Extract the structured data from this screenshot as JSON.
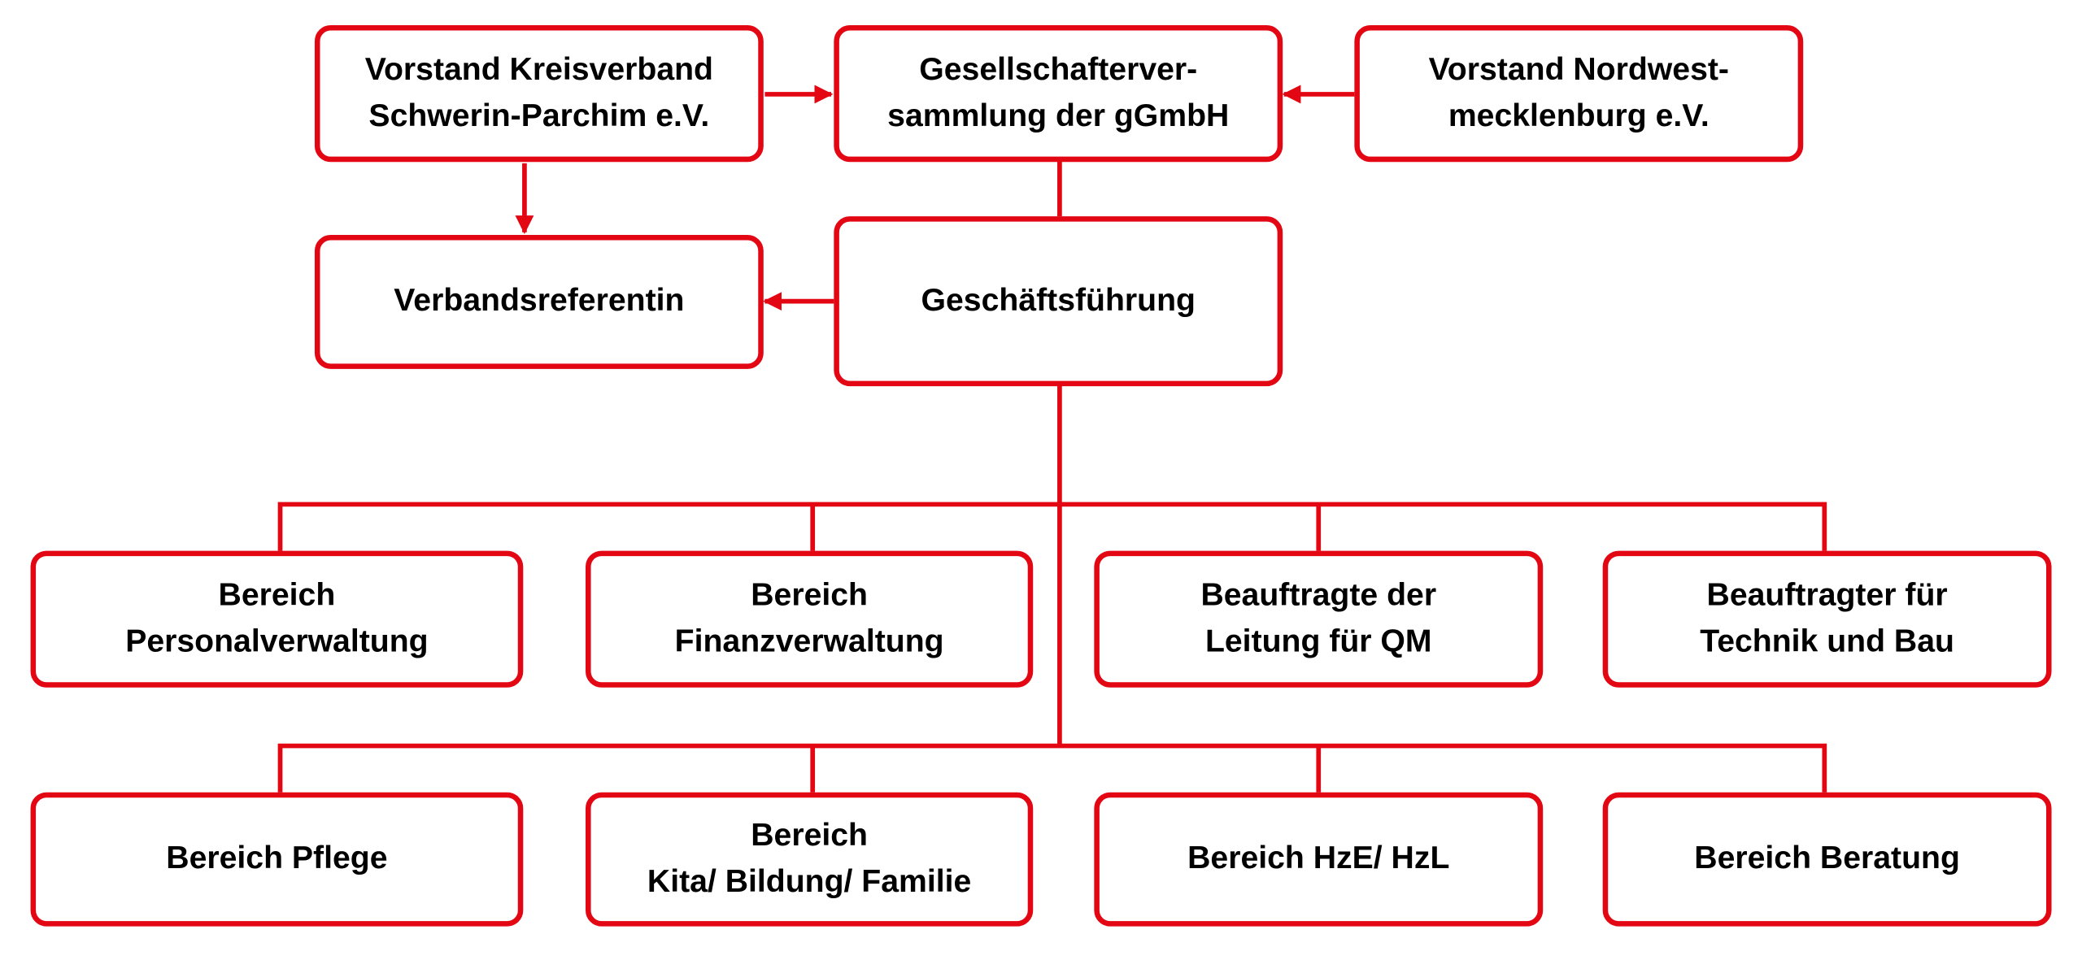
{
  "colors": {
    "accent": "#e30613",
    "text": "#000000"
  },
  "nodes": {
    "vorstand_schwerin": "Vorstand Kreisverband\nSchwerin-Parchim e.V.",
    "gesellschafter": "Gesellschafterver-\nsammlung der gGmbH",
    "vorstand_nwm": "Vorstand Nordwest-\nmecklenburg e.V.",
    "verbandsreferentin": "Verbandsreferentin",
    "geschaeftsfuehrung": "Geschäftsführung",
    "personal": "Bereich\nPersonalverwaltung",
    "finanz": "Bereich\nFinanzverwaltung",
    "qm": "Beauftragte der\nLeitung für QM",
    "technik": "Beauftragter für\nTechnik und Bau",
    "pflege": "Bereich Pflege",
    "kita": "Bereich\nKita/ Bildung/ Familie",
    "hze": "Bereich HzE/ HzL",
    "beratung": "Bereich Beratung"
  }
}
